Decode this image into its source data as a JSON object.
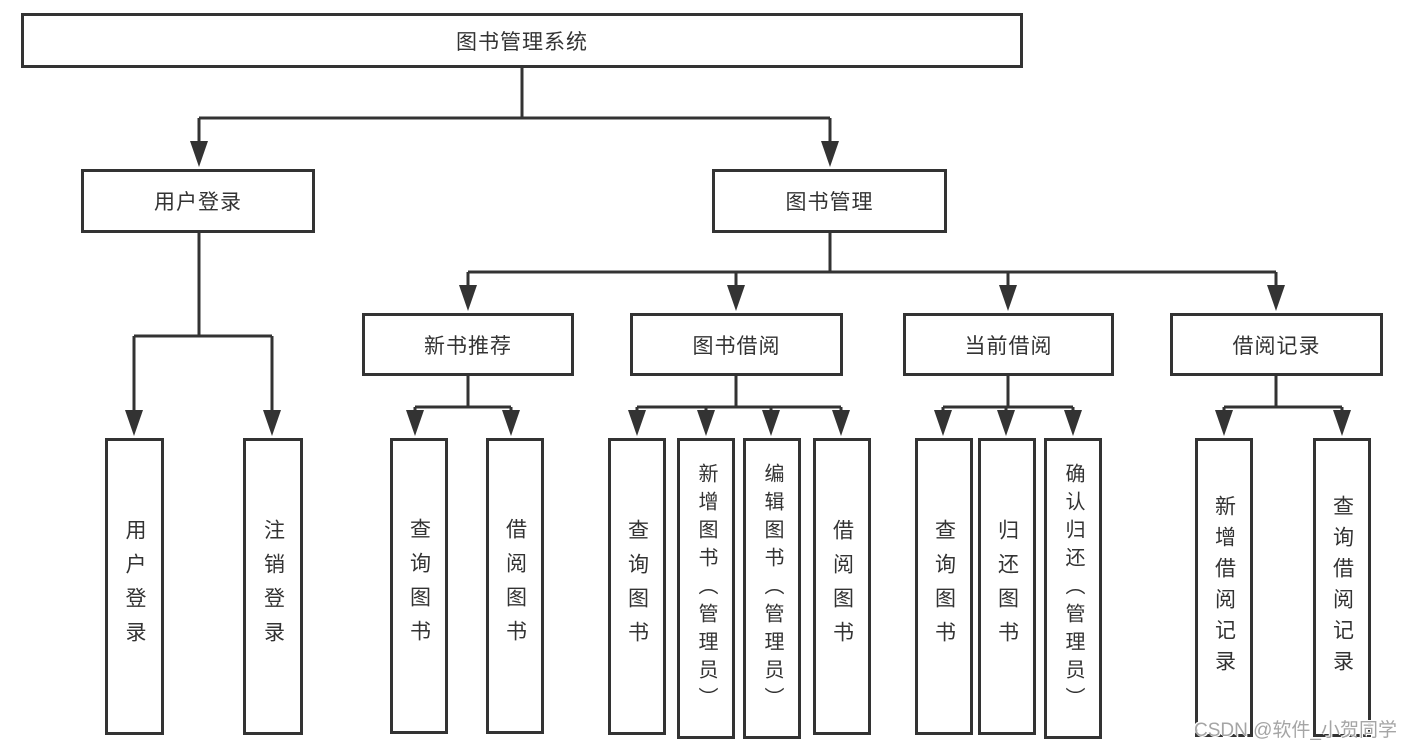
{
  "diagram": {
    "root": {
      "label": "图书管理系统"
    },
    "level2": [
      {
        "label": "用户登录"
      },
      {
        "label": "图书管理"
      }
    ],
    "level3": [
      {
        "label": "新书推荐"
      },
      {
        "label": "图书借阅"
      },
      {
        "label": "当前借阅"
      },
      {
        "label": "借阅记录"
      }
    ],
    "leaves": {
      "user_login": [
        {
          "label": "用户登录"
        },
        {
          "label": "注销登录"
        }
      ],
      "new_book_recommend": [
        {
          "label": "查询图书"
        },
        {
          "label": "借阅图书"
        }
      ],
      "book_borrow": [
        {
          "label": "查询图书"
        },
        {
          "label": "新增图书（管理员）"
        },
        {
          "label": "编辑图书（管理员）"
        },
        {
          "label": "借阅图书"
        }
      ],
      "current_borrow": [
        {
          "label": "查询图书"
        },
        {
          "label": "归还图书"
        },
        {
          "label": "确认归还（管理员）"
        }
      ],
      "borrow_record": [
        {
          "label": "新增借阅记录"
        },
        {
          "label": "查询借阅记录"
        }
      ]
    }
  },
  "watermark": {
    "text": "CSDN @软件_小贺同学"
  },
  "colors": {
    "line": "#333333",
    "text": "#333333",
    "background": "#ffffff",
    "watermark": "#a5a5a5"
  }
}
